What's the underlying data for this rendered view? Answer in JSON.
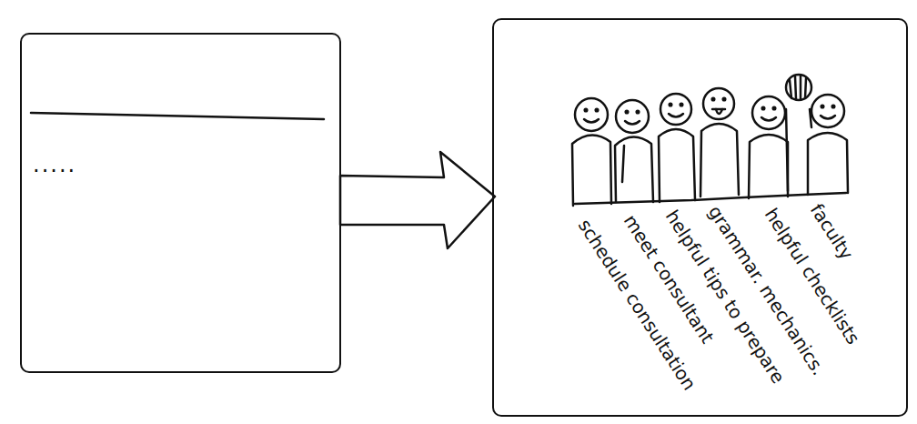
{
  "diagram": {
    "nodes": [
      {
        "text": [
          "....."
        ]
      },
      {
        "text": [
          "schedule consultation",
          "meet consultant",
          "helpful tips to prepare",
          "grammar. mechanics.",
          "helpful checklists",
          "faculty"
        ]
      }
    ],
    "edges": [
      {
        "from": 0,
        "to": 1,
        "arrow": "to"
      }
    ]
  }
}
